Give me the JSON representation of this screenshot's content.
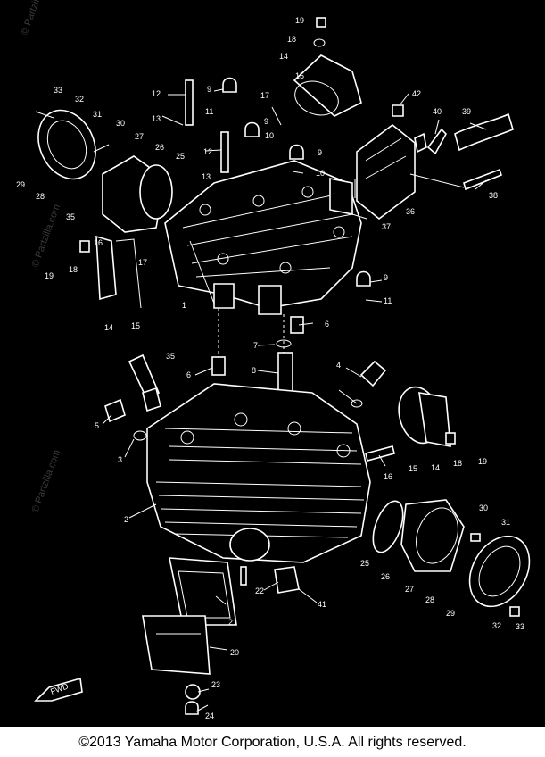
{
  "diagram": {
    "callouts": [
      "1",
      "2",
      "3",
      "4",
      "5",
      "6",
      "7",
      "8",
      "9",
      "10",
      "11",
      "12",
      "13",
      "14",
      "15",
      "16",
      "17",
      "18",
      "19",
      "20",
      "21",
      "22",
      "23",
      "24",
      "25",
      "26",
      "27",
      "28",
      "29",
      "30",
      "31",
      "32",
      "33",
      "35",
      "36",
      "37",
      "38",
      "39",
      "40",
      "41",
      "42"
    ],
    "fwd_label": "FWD",
    "watermark": "© Partzilla.com"
  },
  "footer": {
    "copyright": "©2013  Yamaha Motor Corporation, U.S.A. All rights reserved."
  },
  "colors": {
    "background": "#000000",
    "lines": "#ffffff",
    "footer_text": "#000000"
  }
}
